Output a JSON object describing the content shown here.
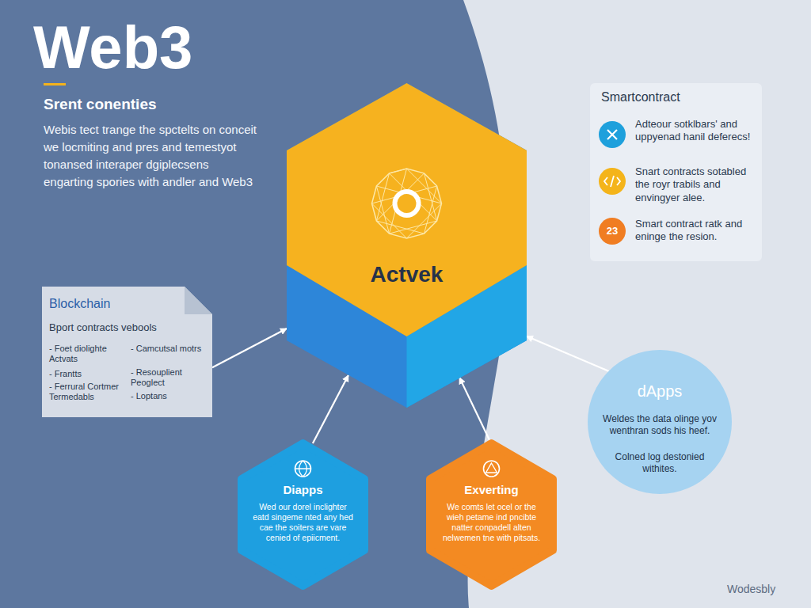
{
  "diagram": {
    "title": "Web3",
    "nodes": [
      {
        "text": [
          "Actvek"
        ]
      },
      {
        "text": [
          "Smartcontract",
          "Adteour sotklbars' and uppyenad hanil deferecs!",
          "Snart contracts sotabled the royr trabils and envingyer alee.",
          "Smart contract ratk and eninge the resion."
        ]
      },
      {
        "text": [
          "23"
        ],
        "in": 1
      },
      {
        "text": [
          "Blockchain",
          "Bport contracts vebools",
          "- Foet diolighte Actvats",
          "- Frantts",
          "- Ferrural Cortmer Termedabls",
          "- Camcutsal motrs",
          "- Resouplient Peoglect",
          "- Loptans"
        ]
      },
      {
        "text": [
          "dApps",
          "Weldes the data olinge yov wenthran sods his heef.",
          "Colned log destonied withites."
        ]
      },
      {
        "text": [
          "Diapps",
          "Wed our dorel inclighter eatd singeme nted any hed cae the soiters are vare cenied of epiicment."
        ]
      },
      {
        "text": [
          "Exverting",
          "We comts let ocel or the wieh petame ind pncibte natter conpadell alten nelwemen tne with pitsats."
        ]
      }
    ],
    "edges": [
      {
        "from": 3,
        "to": 0,
        "arrow": "to"
      },
      {
        "from": 5,
        "to": 0,
        "arrow": "to"
      },
      {
        "from": 6,
        "to": 0,
        "arrow": "to"
      },
      {
        "from": 4,
        "to": 0,
        "arrow": "to"
      }
    ],
    "labels": [
      "Srent conenties",
      "Webis tect trange the spctelts on conceit we locmiting and pres and temestyot tonansed interaper dgiplecsens engarting spories with andler and Web3",
      "Wodesbly"
    ]
  }
}
